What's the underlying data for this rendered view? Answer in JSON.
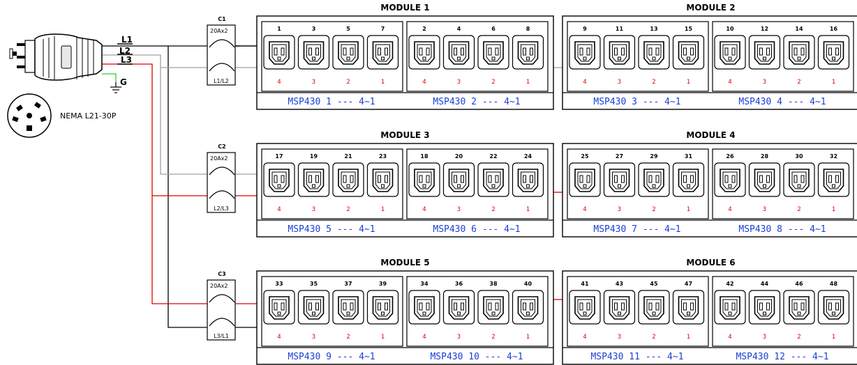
{
  "colors": {
    "wire_l1": "#000000",
    "wire_l2": "#a0a0a0",
    "wire_l3": "#e00000",
    "wire_ground": "#33cc33",
    "outlet_index": "#e00000",
    "msp_text": "#1a3fd6"
  },
  "plug": {
    "type": "NEMA L21-30P",
    "lines": [
      "L1",
      "L2",
      "L3"
    ],
    "ground": "G",
    "icons": [
      "plug-icon",
      "receptacle-face-icon",
      "ground-symbol-icon"
    ]
  },
  "breakers": [
    {
      "name": "C1",
      "rating": "20Ax2",
      "legs": "L1/L2"
    },
    {
      "name": "C2",
      "rating": "20Ax2",
      "legs": "L2/L3"
    },
    {
      "name": "C3",
      "rating": "20Ax2",
      "legs": "L3/L1"
    }
  ],
  "modules": [
    {
      "title": "MODULE 1",
      "banks": [
        {
          "outlets": [
            "1",
            "3",
            "5",
            "7"
          ],
          "indices": [
            "4",
            "3",
            "2",
            "1"
          ],
          "label": "MSP430 1 --- 4~1"
        },
        {
          "outlets": [
            "2",
            "4",
            "6",
            "8"
          ],
          "indices": [
            "4",
            "3",
            "2",
            "1"
          ],
          "label": "MSP430 2 --- 4~1"
        }
      ]
    },
    {
      "title": "MODULE 2",
      "banks": [
        {
          "outlets": [
            "9",
            "11",
            "13",
            "15"
          ],
          "indices": [
            "4",
            "3",
            "2",
            "1"
          ],
          "label": "MSP430 3 --- 4~1"
        },
        {
          "outlets": [
            "10",
            "12",
            "14",
            "16"
          ],
          "indices": [
            "4",
            "3",
            "2",
            "1"
          ],
          "label": "MSP430 4 --- 4~1"
        }
      ]
    },
    {
      "title": "MODULE 3",
      "banks": [
        {
          "outlets": [
            "17",
            "19",
            "21",
            "23"
          ],
          "indices": [
            "4",
            "3",
            "2",
            "1"
          ],
          "label": "MSP430 5 --- 4~1"
        },
        {
          "outlets": [
            "18",
            "20",
            "22",
            "24"
          ],
          "indices": [
            "4",
            "3",
            "2",
            "1"
          ],
          "label": "MSP430 6 --- 4~1"
        }
      ]
    },
    {
      "title": "MODULE 4",
      "banks": [
        {
          "outlets": [
            "25",
            "27",
            "29",
            "31"
          ],
          "indices": [
            "4",
            "3",
            "2",
            "1"
          ],
          "label": "MSP430 7 --- 4~1"
        },
        {
          "outlets": [
            "26",
            "28",
            "30",
            "32"
          ],
          "indices": [
            "4",
            "3",
            "2",
            "1"
          ],
          "label": "MSP430 8 --- 4~1"
        }
      ]
    },
    {
      "title": "MODULE 5",
      "banks": [
        {
          "outlets": [
            "33",
            "35",
            "37",
            "39"
          ],
          "indices": [
            "4",
            "3",
            "2",
            "1"
          ],
          "label": "MSP430 9 --- 4~1"
        },
        {
          "outlets": [
            "34",
            "36",
            "38",
            "40"
          ],
          "indices": [
            "4",
            "3",
            "2",
            "1"
          ],
          "label": "MSP430 10 --- 4~1"
        }
      ]
    },
    {
      "title": "MODULE 6",
      "banks": [
        {
          "outlets": [
            "41",
            "43",
            "45",
            "47"
          ],
          "indices": [
            "4",
            "3",
            "2",
            "1"
          ],
          "label": "MSP430 11 --- 4~1"
        },
        {
          "outlets": [
            "42",
            "44",
            "46",
            "48"
          ],
          "indices": [
            "4",
            "3",
            "2",
            "1"
          ],
          "label": "MSP430 12 --- 4~1"
        }
      ]
    }
  ]
}
